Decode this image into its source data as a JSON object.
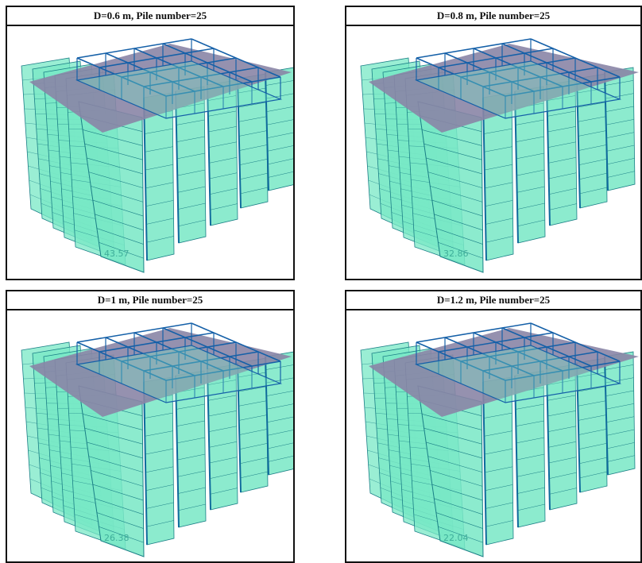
{
  "panels": [
    {
      "title": "D=0.6 m, Pile number=25",
      "value": "43.57"
    },
    {
      "title": "D=0.8 m, Pile number=25",
      "value": "32.86"
    },
    {
      "title": "D=1 m, Pile number=25",
      "value": "26.38"
    },
    {
      "title": "D=1.2 m, Pile number=25",
      "value": "22.04"
    }
  ],
  "colors": {
    "pile_fill": "#78e8c6",
    "pile_stroke": "#1a7f86",
    "cap_plane": "#8a85a6",
    "cap_grid": "#1560a8",
    "pile_edge": "#0f6a9c"
  }
}
